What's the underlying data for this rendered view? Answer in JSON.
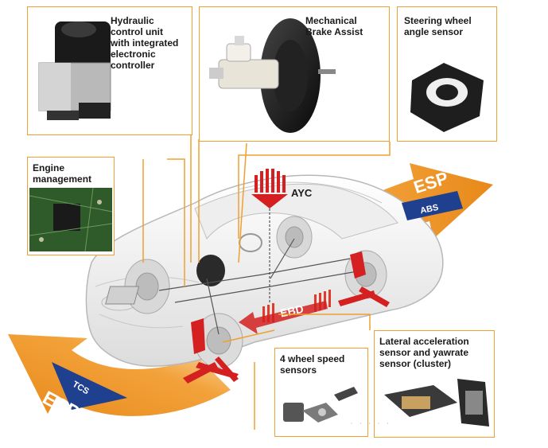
{
  "callouts": {
    "hydraulic": "Hydraulic\ncontrol unit\nwith integrated\nelectronic\ncontroller",
    "brake_assist": "Mechanical\nBrake Assist",
    "steering": "Steering wheel\nangle sensor",
    "engine": "Engine\nmanagement",
    "wheel_speed": "4 wheel speed\nsensors",
    "lateral": "Lateral acceleration\nsensor and yawrate\nsensor (cluster)"
  },
  "system_labels": {
    "ayc": "AYC",
    "ebd": "EBD",
    "esp_top": "ESP",
    "abs": "ABS",
    "tcs": "TCS",
    "esp_bottom": "ESP"
  },
  "colors": {
    "callout_border": "#f0a030",
    "arrow_orange": "#f2a23a",
    "label_blue": "#1f3f8f",
    "red_marks": "#d42020"
  }
}
